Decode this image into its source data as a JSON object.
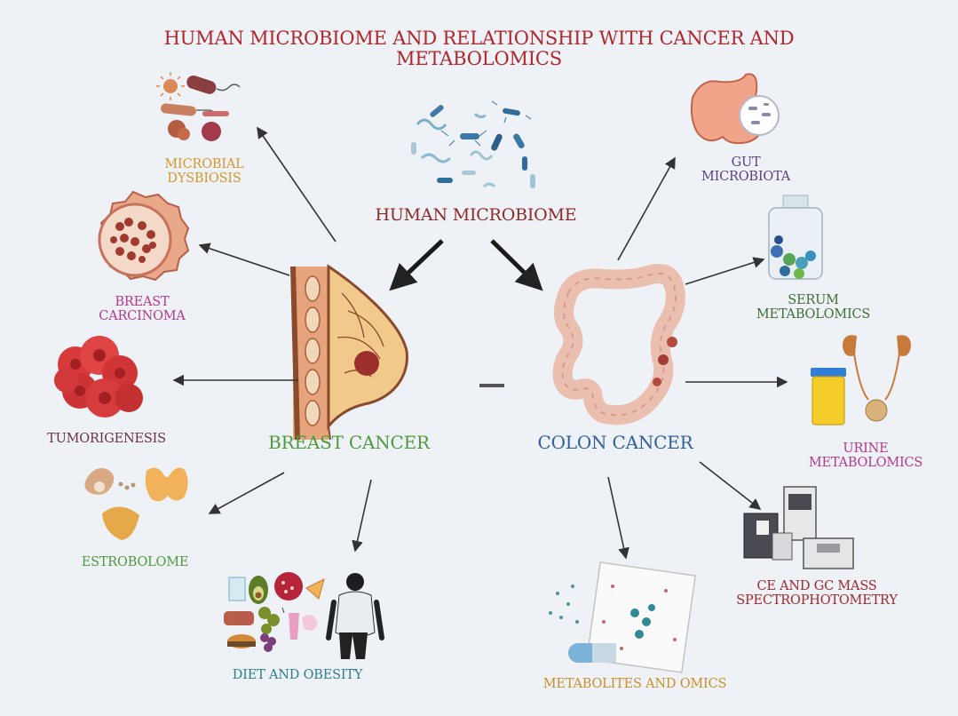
{
  "title": "HUMAN MICROBIOME AND RELATIONSHIP WITH CANCER AND METABOLOMICS",
  "center": "HUMAN MICROBIOME",
  "breast": {
    "label": "BREAST CANCER",
    "microbial_l1": "MICROBIAL",
    "microbial_l2": "DYSBIOSIS",
    "carcinoma_l1": "BREAST",
    "carcinoma_l2": "CARCINOMA",
    "tumor": "TUMORIGENESIS",
    "estro": "ESTROBOLOME",
    "diet": "DIET AND OBESITY"
  },
  "colon": {
    "label": "COLON CANCER",
    "gut_l1": "GUT",
    "gut_l2": "MICROBIOTA",
    "serum_l1": "SERUM",
    "serum_l2": "METABOLOMICS",
    "urine_l1": "URINE",
    "urine_l2": "METABOLOMICS",
    "ce_l1": "CE AND GC MASS",
    "ce_l2": "SPECTROPHOTOMETRY",
    "omics": "METABOLITES AND OMICS"
  },
  "colors": {
    "title": "#b0272b",
    "center": "#8f2a26",
    "breast_cancer": "#4f9a3c",
    "colon_cancer": "#2f5f9e",
    "microbial": "#d49a2b",
    "carcinoma": "#b5398e",
    "tumor": "#6b2f49",
    "estro": "#4f9a3c",
    "diet": "#2b7f8a",
    "gut": "#5b3f86",
    "serum": "#3f6f36",
    "urine": "#b5398e",
    "ce": "#a1292d",
    "omics": "#c9902a"
  }
}
